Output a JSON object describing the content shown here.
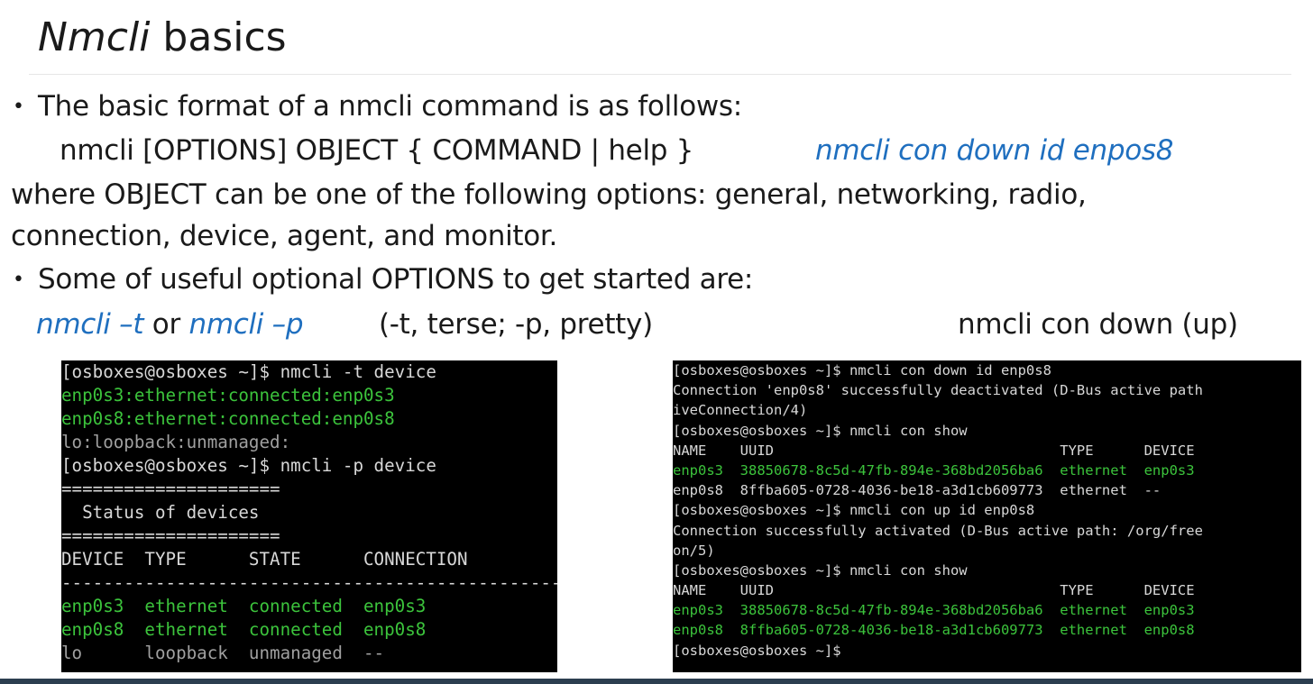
{
  "slide": {
    "title_italic": "Nmcli",
    "title_rest": " basics",
    "bullet1": "The basic format of a nmcli command is as follows:",
    "format_line": "nmcli [OPTIONS] OBJECT { COMMAND | help }",
    "example_cmd": "nmcli con down id enpos8",
    "where_line1": "where OBJECT can be one of the following options: general, networking, radio,",
    "where_line2": "connection, device, agent, and monitor.",
    "bullet2": "Some of useful optional OPTIONS to get started are:",
    "opt_t": "nmcli –t",
    "opt_or": " or ",
    "opt_p": "nmcli –p",
    "opt_desc": "(-t, terse; -p, pretty)",
    "right_caption": "nmcli con down (up)"
  },
  "terminal_left": {
    "lines": [
      [
        {
          "t": "[osboxes@osboxes ~]$ nmcli -t device",
          "c": "w"
        }
      ],
      [
        {
          "t": "enp0s3:ethernet:connected:enp0s3",
          "c": "g"
        }
      ],
      [
        {
          "t": "enp0s8:ethernet:connected:enp0s8",
          "c": "g"
        }
      ],
      [
        {
          "t": "lo:loopback:unmanaged:",
          "c": "gy"
        }
      ],
      [
        {
          "t": "[osboxes@osboxes ~]$ nmcli -p device",
          "c": "w"
        }
      ],
      [
        {
          "t": "=====================",
          "c": "w"
        }
      ],
      [
        {
          "t": "  Status of devices",
          "c": "w"
        }
      ],
      [
        {
          "t": "=====================",
          "c": "w"
        }
      ],
      [
        {
          "t": "DEVICE  TYPE      STATE      CONNECTION",
          "c": "w"
        }
      ],
      [
        {
          "t": "-------------------------------------------------",
          "c": "w"
        }
      ],
      [
        {
          "t": "enp0s3  ethernet  connected  enp0s3",
          "c": "g"
        }
      ],
      [
        {
          "t": "enp0s8  ethernet  connected  enp0s8",
          "c": "g"
        }
      ],
      [
        {
          "t": "lo      loopback  unmanaged  --",
          "c": "gy"
        }
      ]
    ]
  },
  "terminal_right": {
    "lines": [
      [
        {
          "t": "[osboxes@osboxes ~]$ nmcli con down id enp0s8",
          "c": "w"
        }
      ],
      [
        {
          "t": "Connection 'enp0s8' successfully deactivated (D-Bus active path",
          "c": "w"
        }
      ],
      [
        {
          "t": "iveConnection/4)",
          "c": "w"
        }
      ],
      [
        {
          "t": "[osboxes@osboxes ~]$ nmcli con show",
          "c": "w"
        }
      ],
      [
        {
          "t": "NAME    UUID                                  TYPE      DEVICE",
          "c": "w"
        }
      ],
      [
        {
          "t": "enp0s3  38850678-8c5d-47fb-894e-368bd2056ba6  ethernet  enp0s3",
          "c": "g"
        }
      ],
      [
        {
          "t": "enp0s8  8ffba605-0728-4036-be18-a3d1cb609773  ethernet  --",
          "c": "w"
        }
      ],
      [
        {
          "t": "[osboxes@osboxes ~]$ nmcli con up id enp0s8",
          "c": "w"
        }
      ],
      [
        {
          "t": "Connection successfully activated (D-Bus active path: /org/free",
          "c": "w"
        }
      ],
      [
        {
          "t": "on/5)",
          "c": "w"
        }
      ],
      [
        {
          "t": "[osboxes@osboxes ~]$ nmcli con show",
          "c": "w"
        }
      ],
      [
        {
          "t": "NAME    UUID                                  TYPE      DEVICE",
          "c": "w"
        }
      ],
      [
        {
          "t": "enp0s3  38850678-8c5d-47fb-894e-368bd2056ba6  ethernet  enp0s3",
          "c": "g"
        }
      ],
      [
        {
          "t": "enp0s8  8ffba605-0728-4036-be18-a3d1cb609773  ethernet  enp0s8",
          "c": "g"
        }
      ],
      [
        {
          "t": "[osboxes@osboxes ~]$",
          "c": "w"
        }
      ]
    ]
  },
  "colors": {
    "accent_blue": "#1f6fbf",
    "terminal_green": "#3cc43c",
    "terminal_bg": "#000000",
    "bottom_bar": "#2c3e50"
  }
}
